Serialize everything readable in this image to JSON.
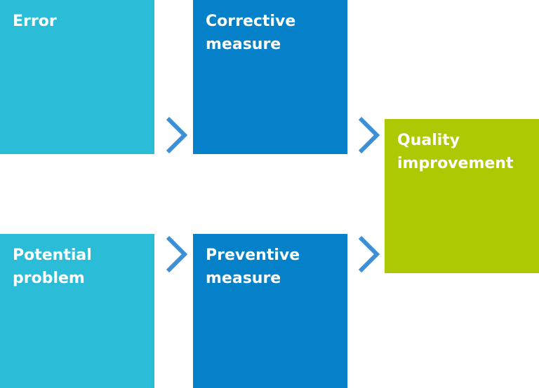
{
  "boxes": {
    "error": {
      "lines": [
        "Error"
      ],
      "color": "#2bbcd8"
    },
    "corrective": {
      "lines": [
        "Corrective",
        "measure"
      ],
      "color": "#0581c9"
    },
    "potential": {
      "lines": [
        "Potential",
        "problem"
      ],
      "color": "#2bbcd8"
    },
    "preventive": {
      "lines": [
        "Preventive",
        "measure"
      ],
      "color": "#0581c9"
    },
    "quality": {
      "lines": [
        "Quality",
        "improvement"
      ],
      "color": "#acc904"
    }
  },
  "arrow_color": "#3d8fd6",
  "connections": [
    {
      "from": "error",
      "to": "corrective"
    },
    {
      "from": "potential",
      "to": "preventive"
    },
    {
      "from": "corrective",
      "to": "quality"
    },
    {
      "from": "preventive",
      "to": "quality"
    }
  ]
}
